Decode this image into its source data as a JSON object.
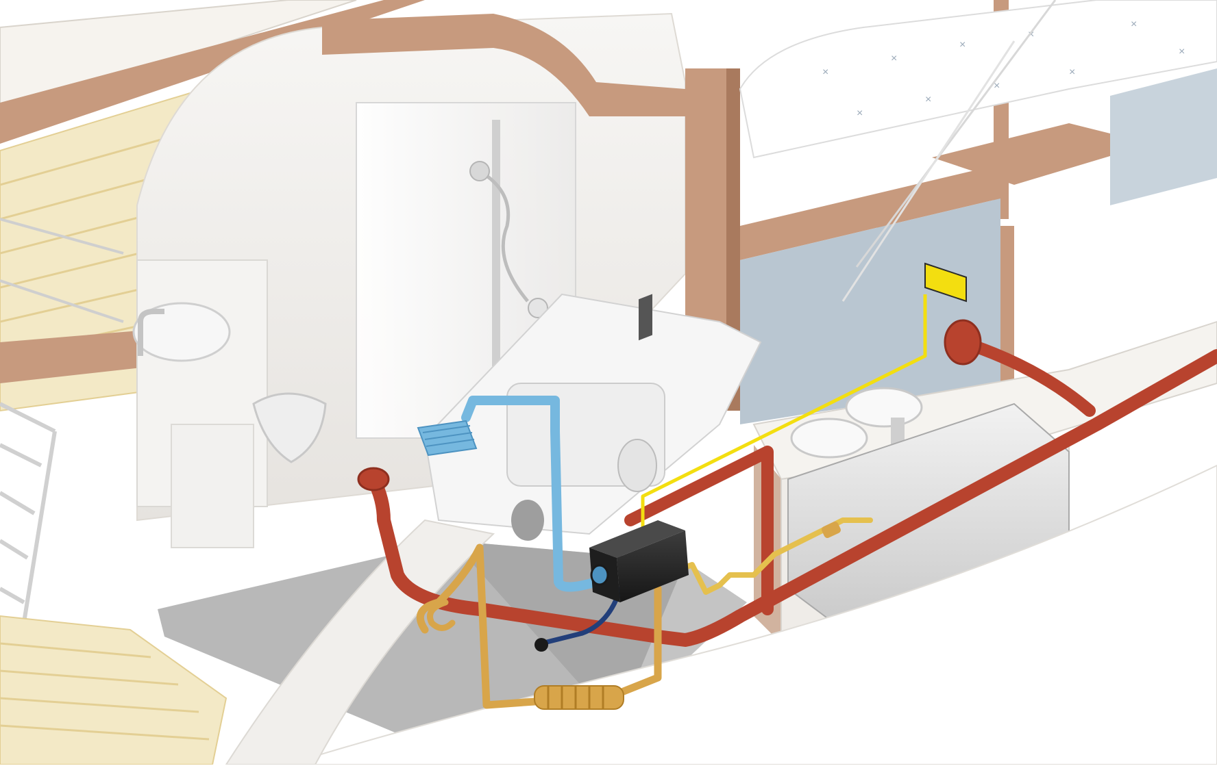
{
  "diagram": {
    "subject": "boat cabin cutaway with air heater installation",
    "colors": {
      "background": "#ffffff",
      "hull": "#f3f1ee",
      "hull_shadow": "#e4e1dd",
      "wood": "#c79a7e",
      "wood_dark": "#a97a5e",
      "deck": "#f3e9c6",
      "deck_line": "#e3cf94",
      "floor": "#b8b8b8",
      "floor_dark": "#9c9c9c",
      "blue_gray": "#b9c6d1",
      "warm_air": "#b8432e",
      "warm_air_dark": "#8e2f1f",
      "cold_air": "#76b8df",
      "cold_air_dark": "#4d93c1",
      "fuel_line": "#223f7a",
      "exhaust": "#d8a54a",
      "exhaust_dark": "#b07d25",
      "control_wire": "#f3de10",
      "heater_body": "#2b2b2b",
      "tank": "#d9d9d9"
    },
    "components": [
      {
        "name": "heater-unit",
        "icon": "heater-icon"
      },
      {
        "name": "control-panel",
        "icon": "control-panel-icon"
      },
      {
        "name": "warm-air-duct",
        "icon": "warm-air-duct-icon"
      },
      {
        "name": "cold-air-intake",
        "icon": "cold-air-intake-icon"
      },
      {
        "name": "fuel-line",
        "icon": "fuel-line-icon"
      },
      {
        "name": "exhaust-pipe",
        "icon": "exhaust-pipe-icon"
      },
      {
        "name": "exhaust-silencer",
        "icon": "silencer-icon"
      },
      {
        "name": "fuel-pump",
        "icon": "fuel-pump-icon"
      },
      {
        "name": "warm-air-outlet",
        "icon": "air-outlet-icon"
      },
      {
        "name": "intake-grille",
        "icon": "grille-icon"
      }
    ]
  }
}
